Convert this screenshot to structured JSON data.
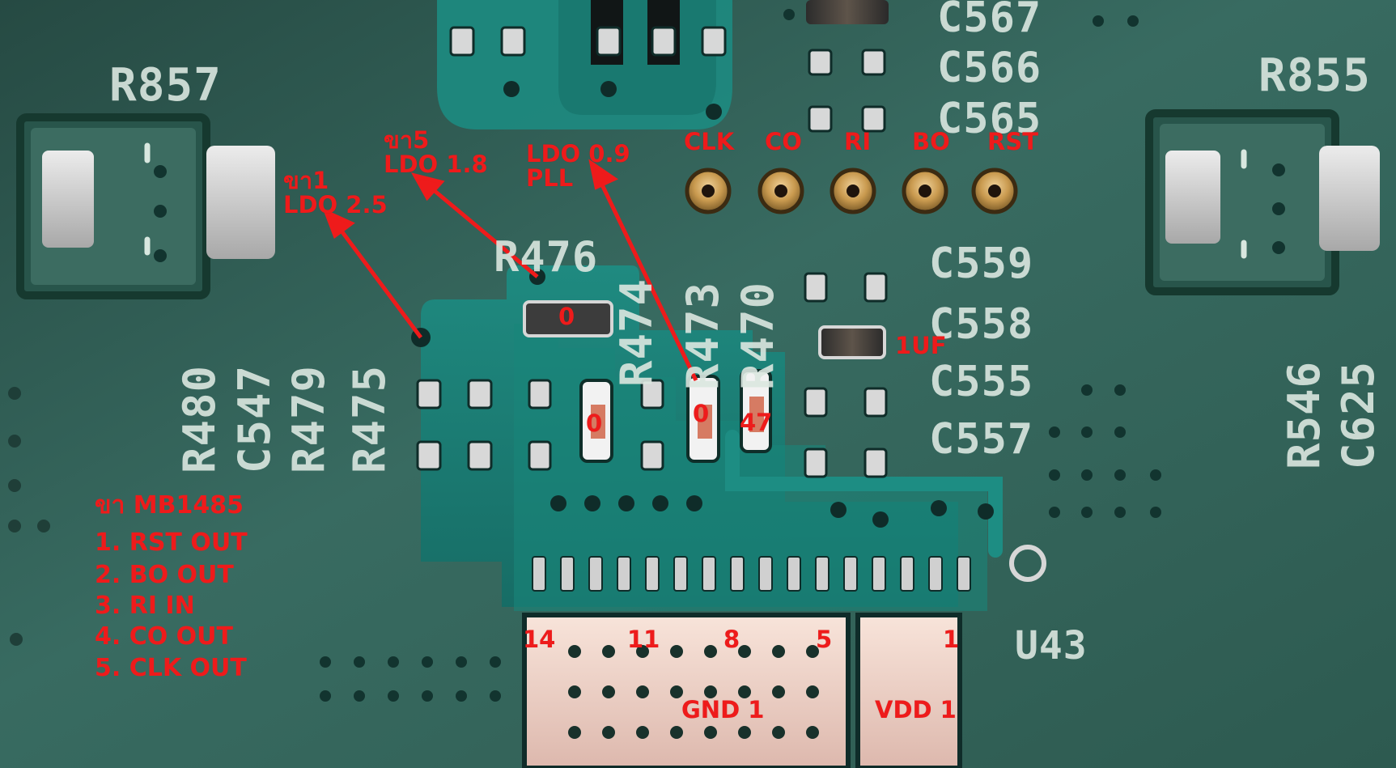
{
  "image": {
    "annotations": {
      "pin1": "ขา1\nLDO 2.5",
      "pin5": "ขา5\nLDO 1.8",
      "pll": "LDO 0.9\nPLL",
      "top_labels": [
        "CLK",
        "CO",
        "RI",
        "BO",
        "RST"
      ],
      "value_zero_top": "0",
      "value_zero_mid": "0",
      "value_zero_right": "0",
      "value_47": "47",
      "value_1uf": "1UF",
      "pad_numbers": [
        "14",
        "11",
        "8",
        "5",
        "1"
      ],
      "gnd": "GND 1",
      "vdd": "VDD 1"
    },
    "legend": {
      "title": "ขา MB1485",
      "items": [
        "1. RST OUT",
        "2. BO OUT",
        "3. RI IN",
        "4. CO OUT",
        "5. CLK OUT"
      ]
    },
    "silkscreen": {
      "top_left": "R857",
      "top_right": "R855",
      "c567": "C567",
      "c566": "C566",
      "c565": "C565",
      "c559": "C559",
      "c558": "C558",
      "c555": "C555",
      "c557": "C557",
      "r476": "R476",
      "r474": "R474",
      "r473": "R473",
      "r470": "R470",
      "r480": "R480",
      "c547": "C547",
      "r479": "R479",
      "r475": "R475",
      "r546": "R546",
      "c625": "C625",
      "u43": "U43"
    }
  },
  "colors": {
    "annotation_red": "#ee1b1b",
    "silkscreen": "#dbe7e0",
    "board_green": "#2f5a52",
    "copper": "#c99a4f"
  }
}
